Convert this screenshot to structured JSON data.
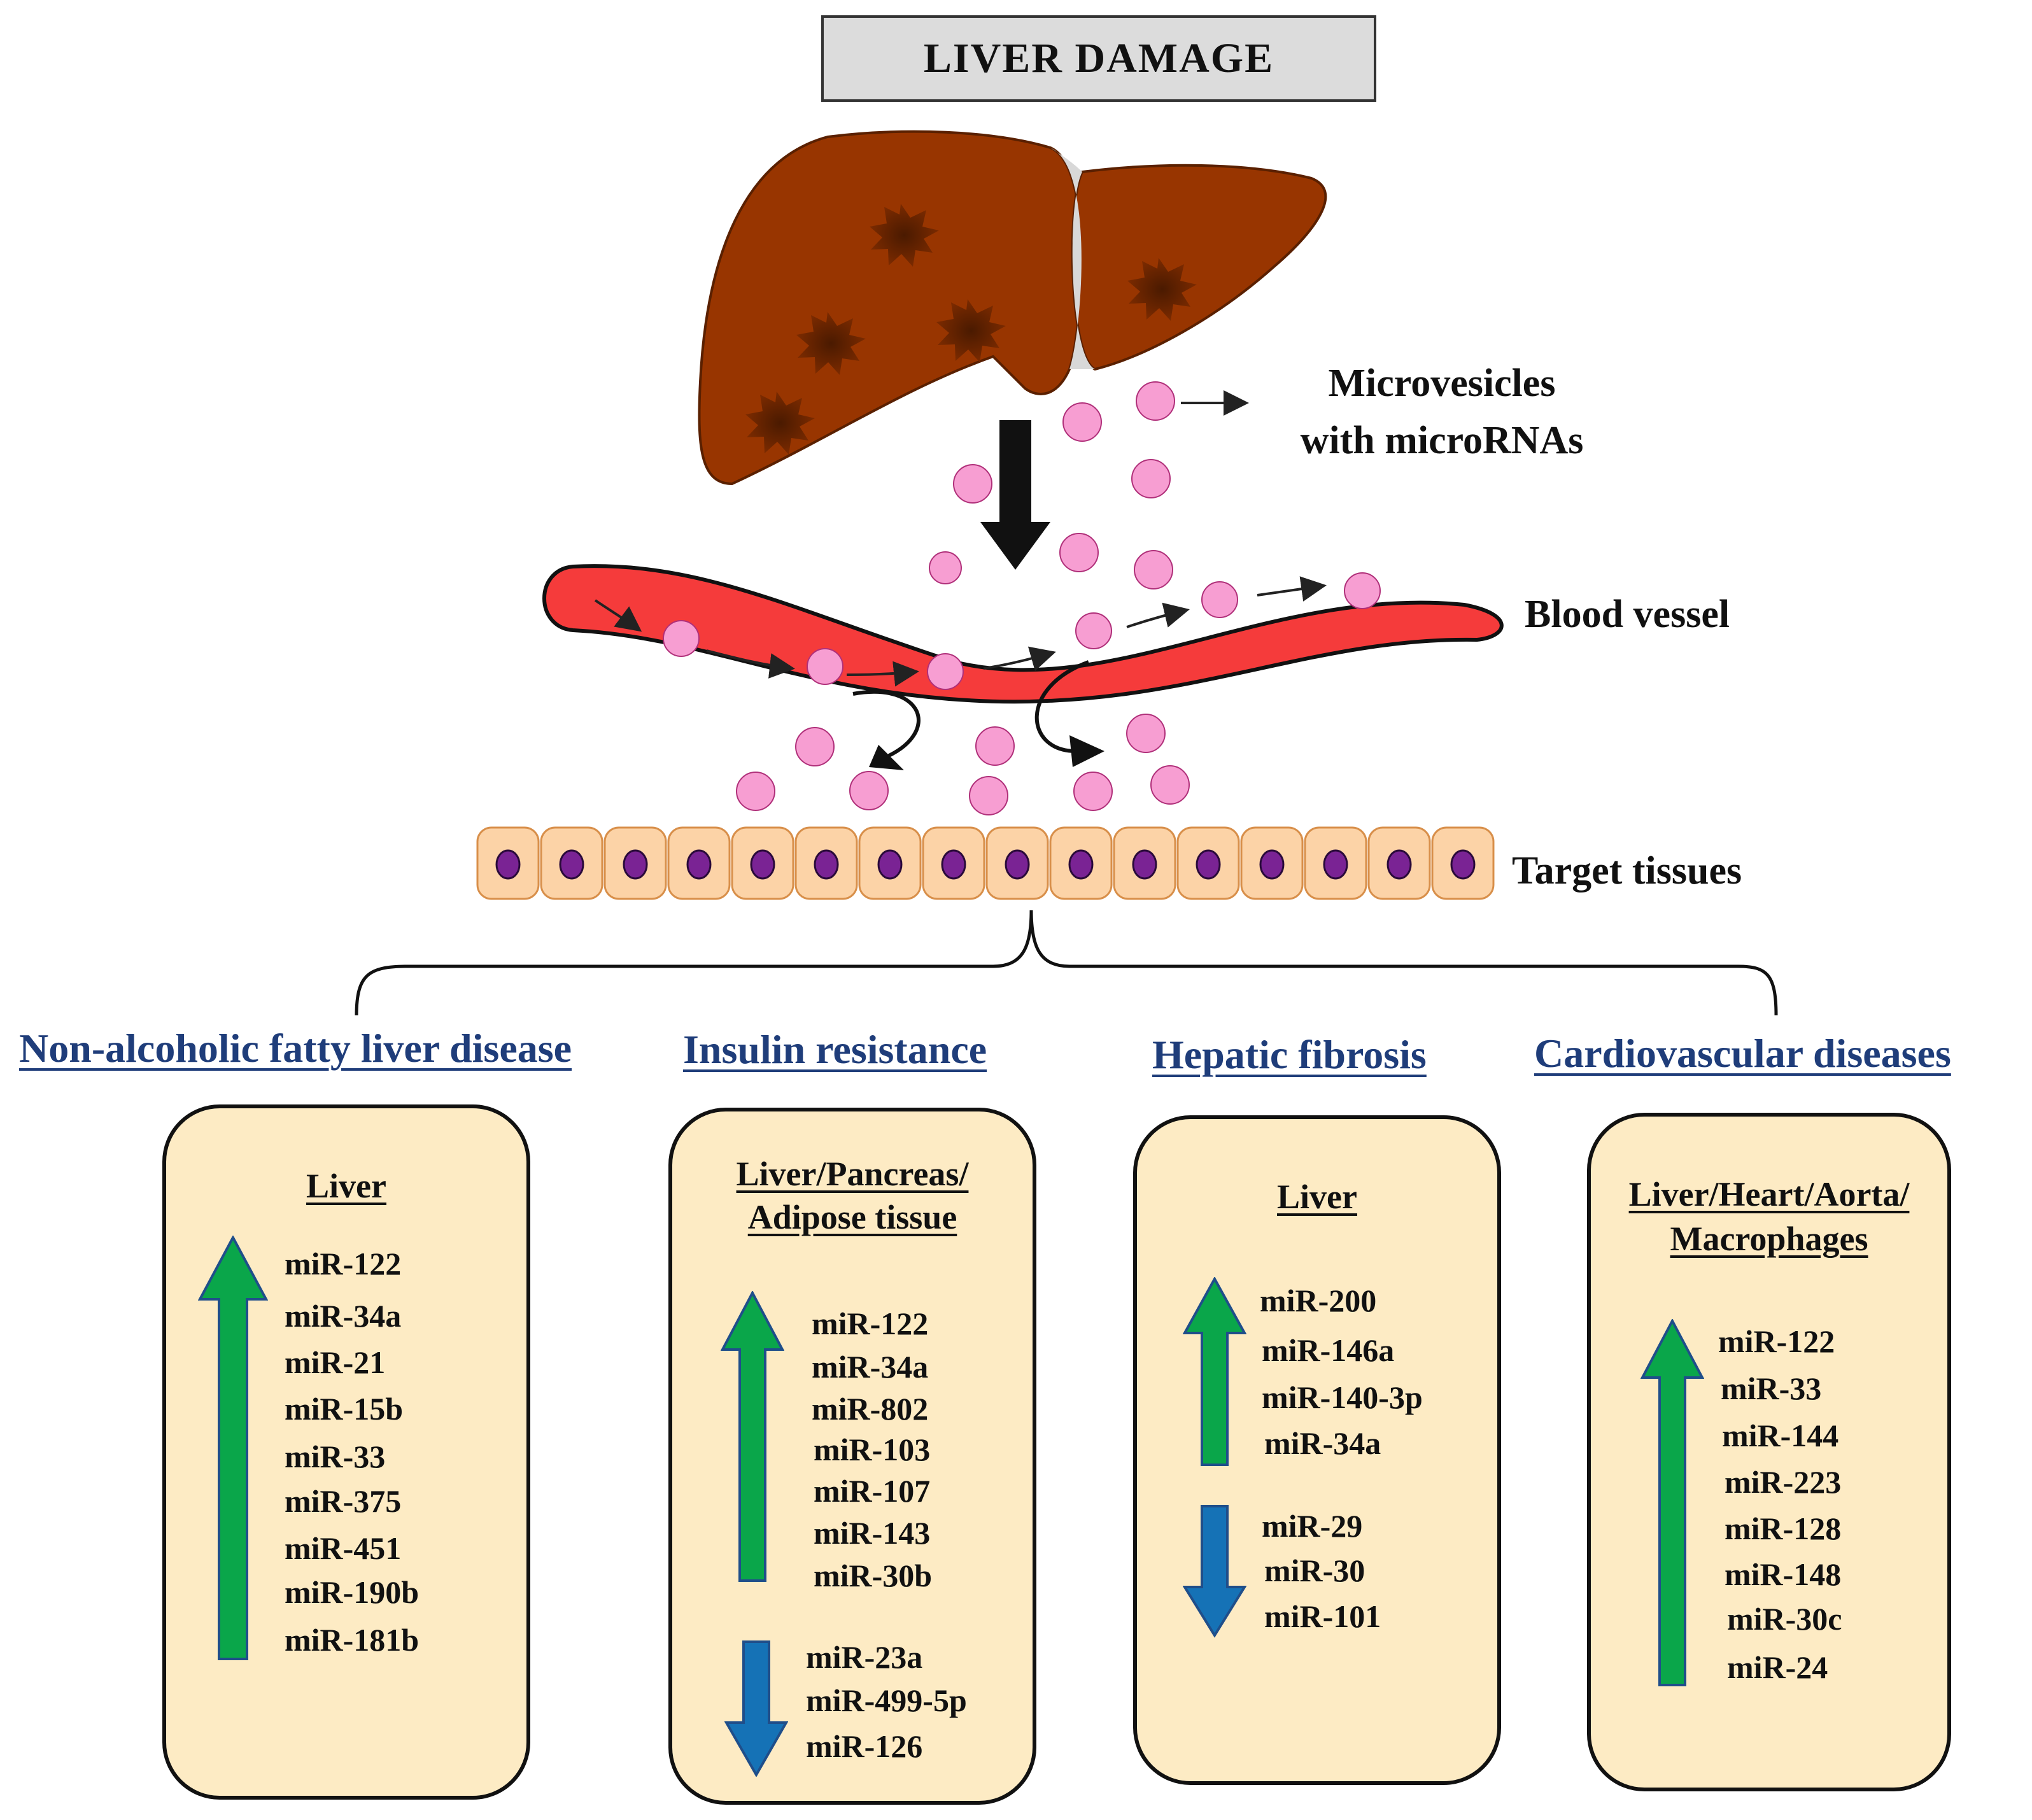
{
  "title": "LIVER DAMAGE",
  "labels": {
    "microvesicles": [
      "Microvesicles",
      "with microRNAs"
    ],
    "blood_vessel": "Blood vessel",
    "target_tissues": "Target tissues"
  },
  "colors": {
    "liver": "#983500",
    "vesicle": "#f79ed2",
    "vessel": "#f53b3b",
    "cell": "#fcd3a7",
    "nucleus": "#7a2394",
    "panel": "#fdebc4",
    "heading": "#1f3d7a",
    "up_arrow": "#0aa64a",
    "down_arrow": "#1572b6"
  },
  "categories": [
    {
      "name": "Non-alcoholic fatty liver disease",
      "panel_heading": [
        "Liver"
      ],
      "up_icon": "up-arrow-icon",
      "up": [
        "miR-122",
        "miR-34a",
        "miR-21",
        "miR-15b",
        "miR-33",
        "miR-375",
        "miR-451",
        "miR-190b",
        "miR-181b"
      ],
      "down": []
    },
    {
      "name": "Insulin resistance",
      "panel_heading": [
        "Liver/Pancreas/",
        "Adipose tissue"
      ],
      "up": [
        "miR-122",
        "miR-34a",
        "miR-802",
        "miR-103",
        "miR-107",
        "miR-143",
        "miR-30b"
      ],
      "down": [
        "miR-23a",
        "miR-499-5p",
        "miR-126"
      ]
    },
    {
      "name": "Hepatic fibrosis",
      "panel_heading": [
        "Liver"
      ],
      "up": [
        "miR-200",
        "miR-146a",
        "miR-140-3p",
        "miR-34a"
      ],
      "down": [
        "miR-29",
        "miR-30",
        "miR-101"
      ]
    },
    {
      "name": "Cardiovascular diseases",
      "panel_heading": [
        "Liver/Heart/Aorta/",
        "Macrophages"
      ],
      "up": [
        "miR-122",
        "miR-33",
        "miR-144",
        "miR-223",
        "miR-128",
        "miR-148",
        "miR-30c",
        "miR-24"
      ],
      "down": []
    }
  ]
}
